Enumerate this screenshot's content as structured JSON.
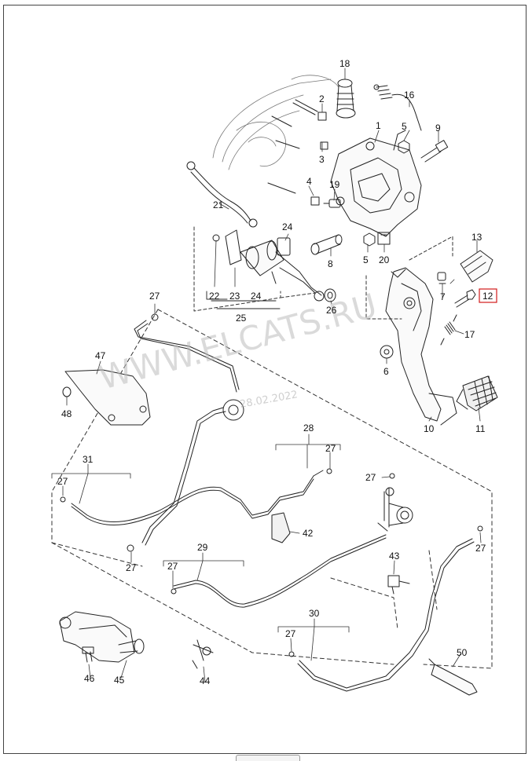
{
  "watermark": {
    "text": "WWW.ELCATS.RU",
    "date": "28.02.2022"
  },
  "highlight_color": "#d11a1a",
  "callouts": {
    "c1": "1",
    "c2": "2",
    "c3": "3",
    "c4": "4",
    "c5a": "5",
    "c5b": "5",
    "c6": "6",
    "c7": "7",
    "c8": "8",
    "c9": "9",
    "c10": "10",
    "c11": "11",
    "c12": "12",
    "c13": "13",
    "c16": "16",
    "c17": "17",
    "c18": "18",
    "c19": "19",
    "c20": "20",
    "c21": "21",
    "c22": "22",
    "c23": "23",
    "c24a": "24",
    "c24b": "24",
    "c25": "25",
    "c26": "26",
    "c27a": "27",
    "c27b": "27",
    "c27c": "27",
    "c27d": "27",
    "c27e": "27",
    "c27f": "27",
    "c27g": "27",
    "c27h": "27",
    "c28": "28",
    "c29": "29",
    "c30": "30",
    "c31": "31",
    "c42": "42",
    "c43": "43",
    "c44": "44",
    "c45": "45",
    "c46": "46",
    "c47": "47",
    "c48": "48",
    "c50": "50"
  }
}
